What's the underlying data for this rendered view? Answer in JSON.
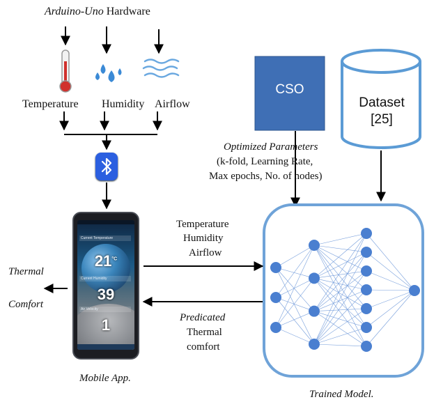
{
  "hardware": {
    "title_italic": "Arduino-Uno",
    "title_rest": " Hardware",
    "sensors": [
      "Temperature",
      "Humidity",
      "Airflow"
    ]
  },
  "cso": {
    "label": "CSO",
    "color": "#3f6fb5"
  },
  "dataset": {
    "line1": "Dataset",
    "line2": "[25]"
  },
  "optimized": {
    "title": "Optimized Parameters",
    "line1": "(k-fold, Learning Rate,",
    "line2": "Max epochs, No. of nodes)"
  },
  "inputs": [
    "Temperature",
    "Humidity",
    "Airflow"
  ],
  "prediction": {
    "line1": "Predicated",
    "line2": "Thermal",
    "line3": "comfort"
  },
  "output": {
    "line1": "Thermal",
    "line2": "Comfort"
  },
  "phone": {
    "labels": [
      "Current Temperature",
      "Current Humidity",
      "Air Velocity"
    ],
    "values": [
      "21",
      "39",
      "1"
    ],
    "unit": "°C"
  },
  "captions": {
    "mobile": "Mobile App.",
    "model": "Trained Model."
  },
  "network": {
    "layer_sizes": [
      3,
      4,
      7,
      1
    ],
    "node_color": "#4a7fd0",
    "border_color": "#6fa3d8"
  },
  "colors": {
    "bluetooth": "#2b5fe0",
    "dataset_border": "#5b9bd5"
  }
}
